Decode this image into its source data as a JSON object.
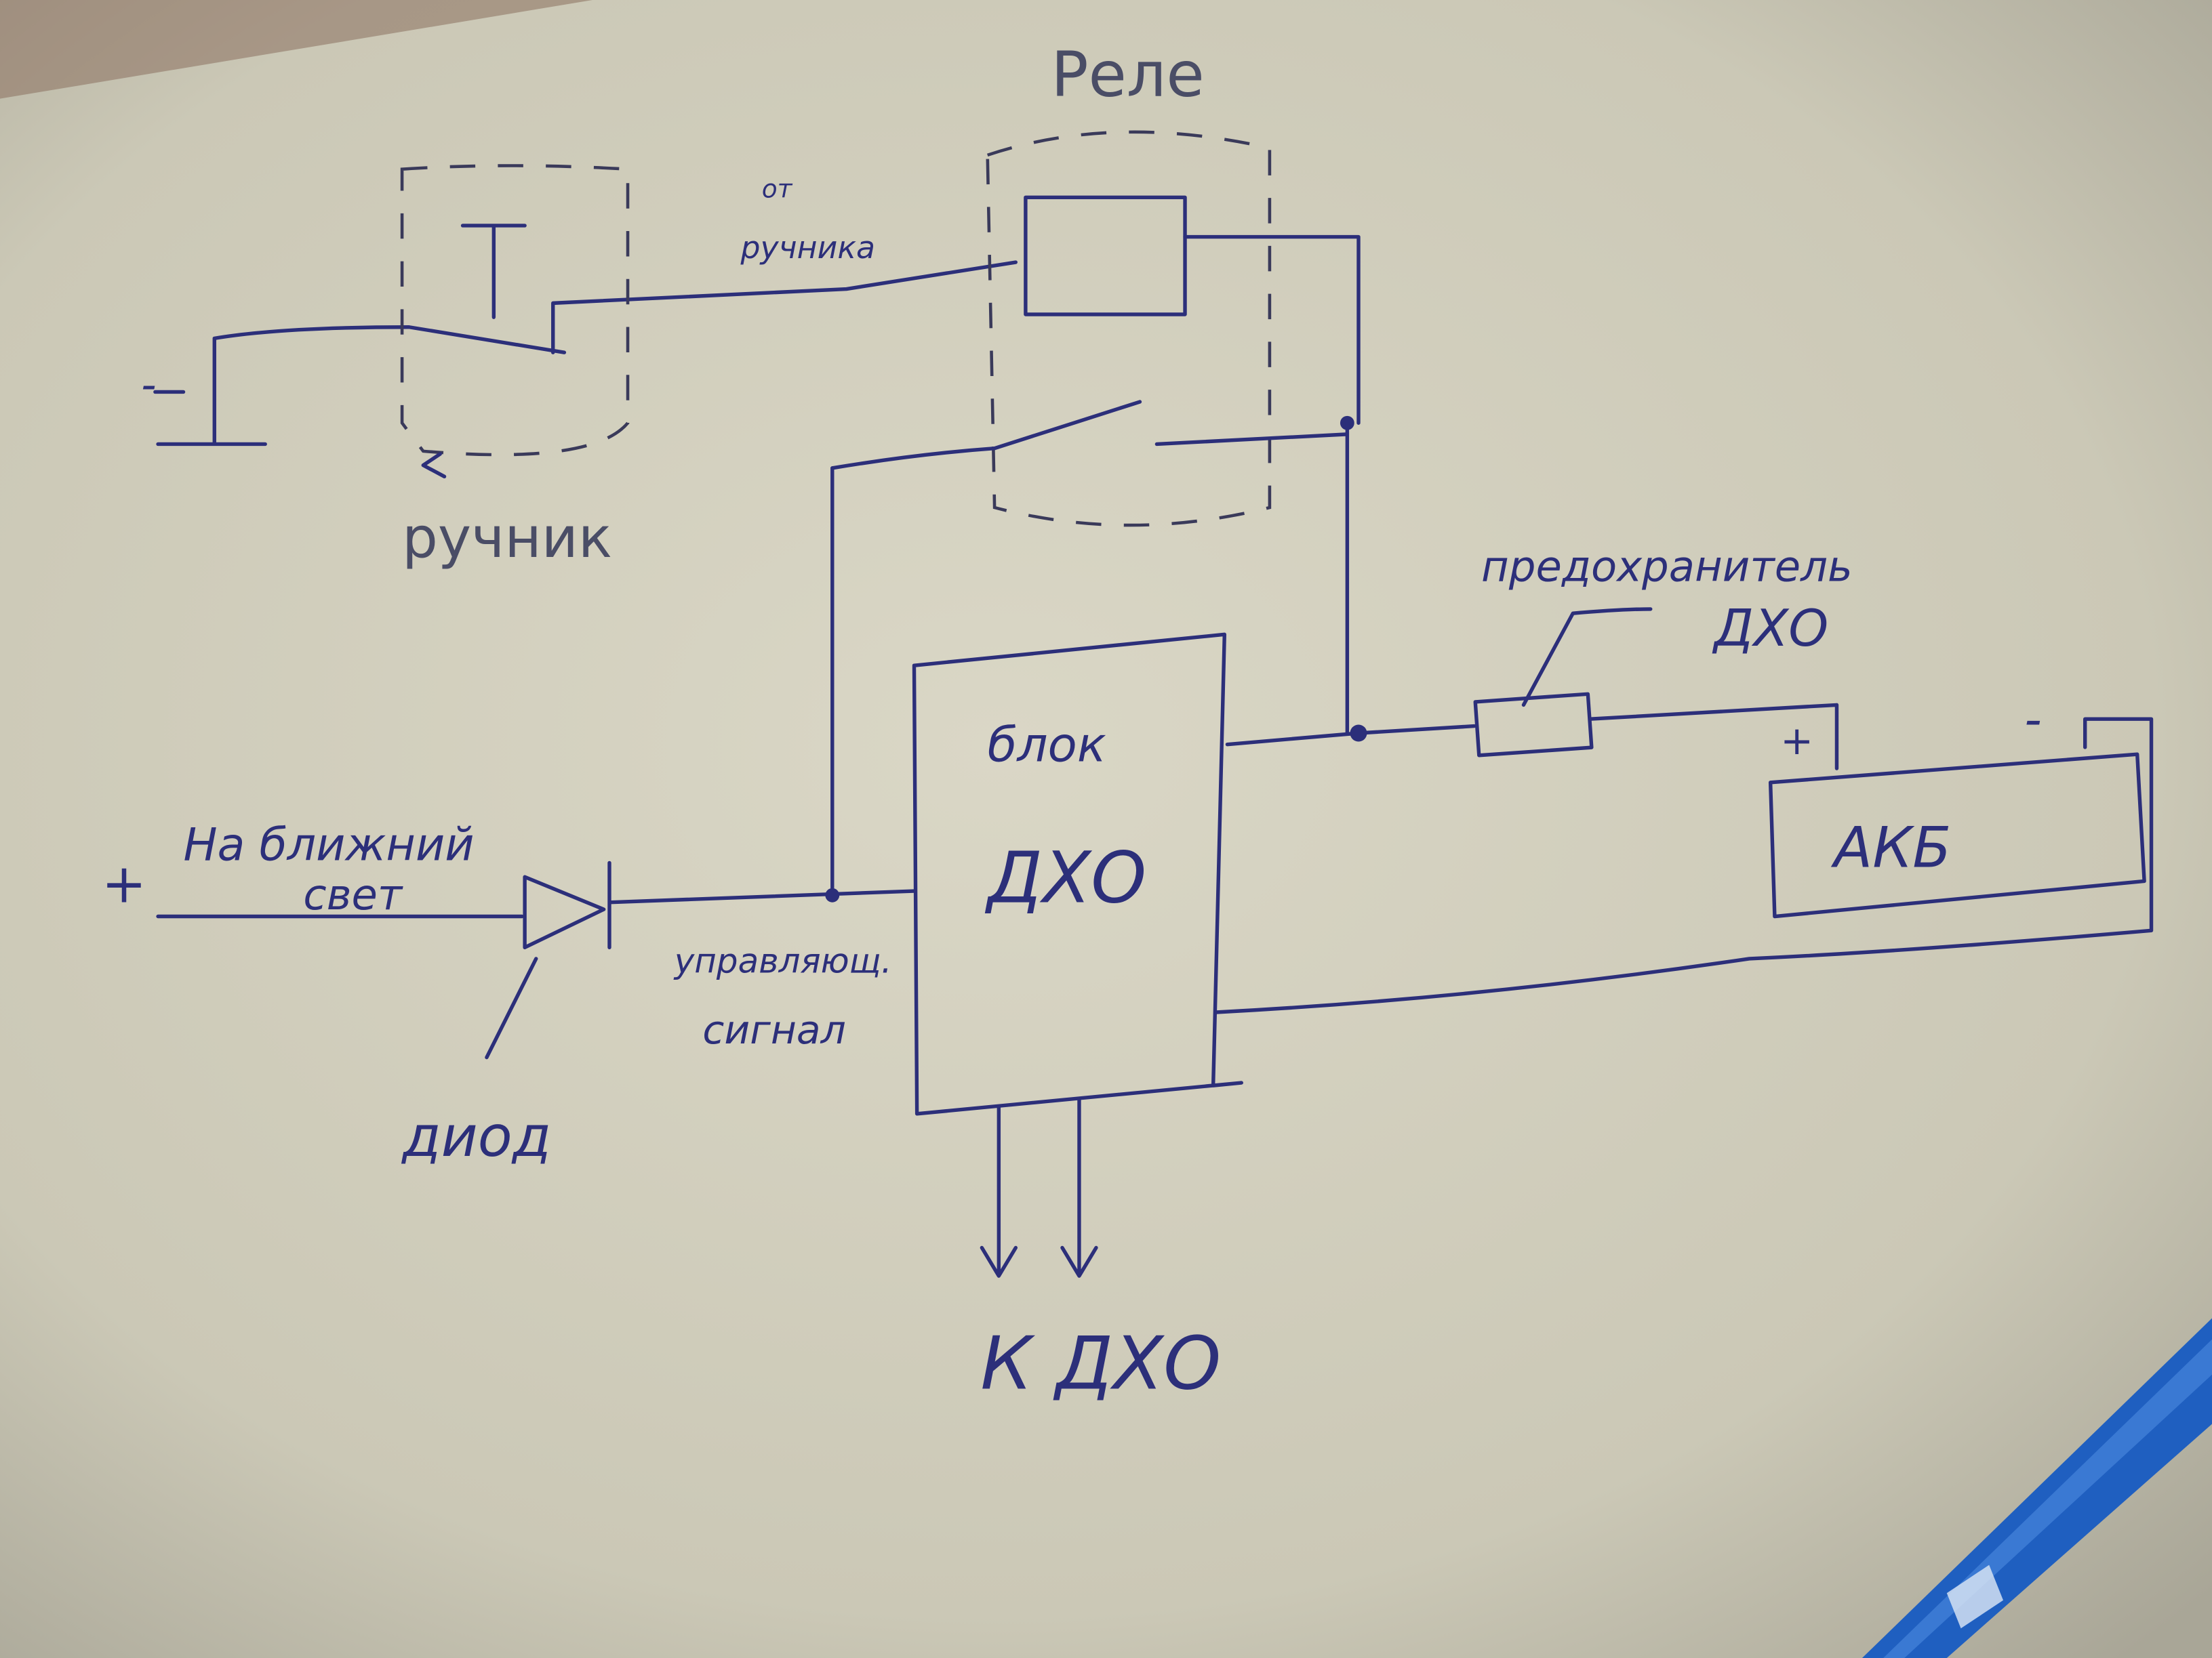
{
  "diagram": {
    "relay_label": "Реле",
    "from_handbrake_line1": "от",
    "from_handbrake_line2": "ручника",
    "handbrake_label": "ручник",
    "minus_ground": "-",
    "fuse_label_line1": "предохранитель",
    "fuse_label_line2": "ДХО",
    "battery_label": "АКБ",
    "battery_plus": "+",
    "battery_minus": "-",
    "drl_unit_line1": "блок",
    "drl_unit_line2": "ДХО",
    "low_beam_plus": "+",
    "low_beam_line1": "На ближний",
    "low_beam_line2": "свет",
    "diode_label": "диод",
    "control_signal_line1": "управляющ.",
    "control_signal_line2": "сигнал",
    "to_drl_label": "К ДХО"
  },
  "colors": {
    "ink": "#2c2f7a",
    "paper": "#d4d1c0",
    "pen": "#1f5fc0"
  }
}
